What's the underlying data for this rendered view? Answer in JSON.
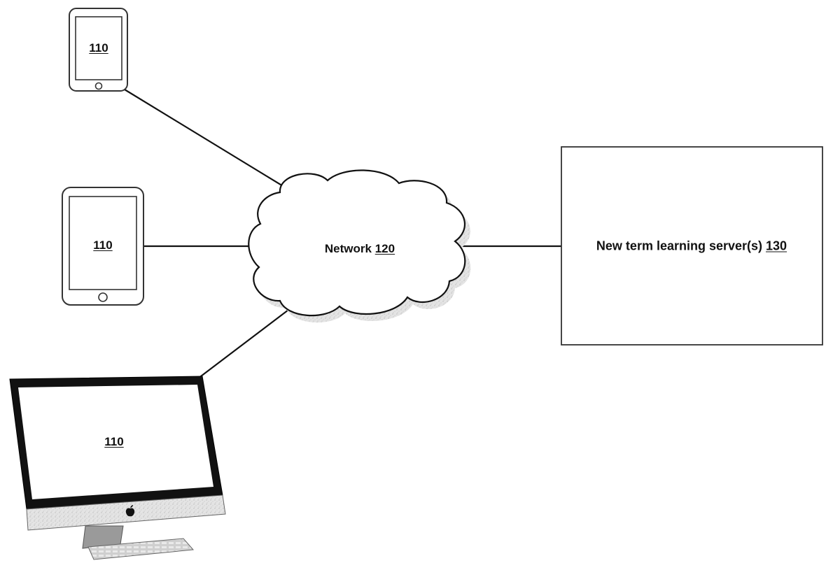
{
  "diagram": {
    "devices": [
      {
        "kind": "phone",
        "ref": "110"
      },
      {
        "kind": "tablet",
        "ref": "110"
      },
      {
        "kind": "desktop",
        "ref": "110"
      }
    ],
    "network": {
      "text": "Network",
      "ref": "120"
    },
    "server": {
      "text": "New term learning server(s)",
      "ref": "130"
    },
    "connections": [
      "phone-network",
      "tablet-network",
      "desktop-network",
      "network-server"
    ],
    "colors": {
      "line": "#111111",
      "screen": "#ffffff",
      "bezel": "#111111",
      "chin": "#e6e6e6",
      "stand": "#9a9a9a"
    }
  }
}
